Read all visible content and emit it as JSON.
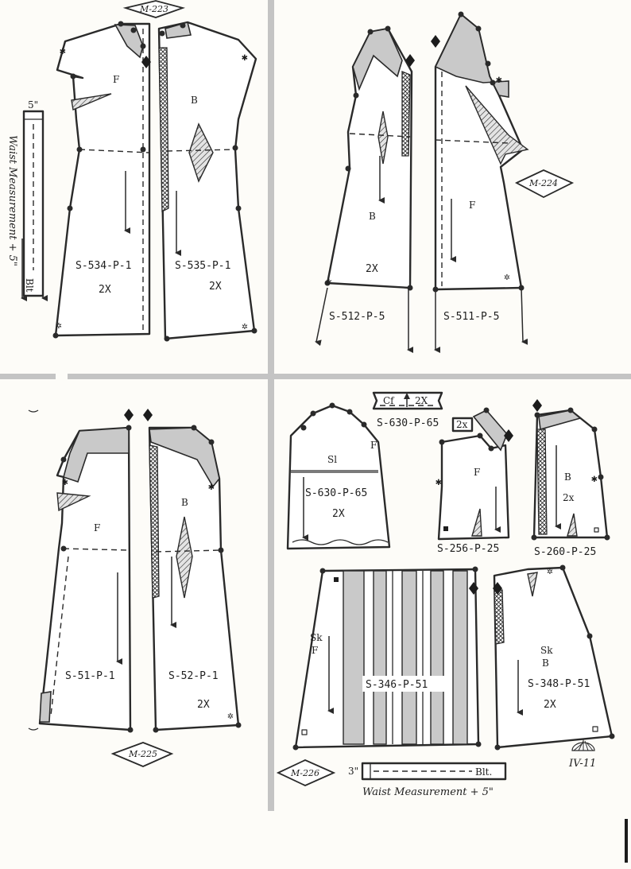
{
  "colors": {
    "paper": "#fdfcf8",
    "ink": "#2a2a2a",
    "shade": "#c9c9c9",
    "gutter": "#c4c4c4"
  },
  "q1": {
    "badge": "M-223",
    "front_letter": "F",
    "back_letter": "B",
    "front_code": "S-534-P-1",
    "back_code": "S-535-P-1",
    "front_size": "2X",
    "back_size": "2X",
    "belt_width": "5\"",
    "belt_text": "Waist Measurement + 5\"",
    "belt_tag": "Blt"
  },
  "q2": {
    "badge": "M-224",
    "back_letter": "B",
    "front_letter": "F",
    "back_size": "2X",
    "back_code": "S-512-P-5",
    "front_code": "S-511-P-5"
  },
  "q3": {
    "badge": "M-225",
    "front_letter": "F",
    "back_letter": "B",
    "front_code": "S-51-P-1",
    "back_code": "S-52-P-1",
    "back_size": "2X"
  },
  "q4": {
    "badge": "M-226",
    "cuff_text": "Cf",
    "cuff_size": "2X",
    "sleeve_code": "S-630-P-65",
    "sleeve_label": "Sl",
    "sleeve_letter": "F",
    "sleeve_code2": "S-630-P-65",
    "sleeve_size": "2X",
    "bodice_front_collar_size": "2x",
    "bodice_front_letter": "F",
    "bodice_front_code": "S-256-P-25",
    "bodice_back_letter": "B",
    "bodice_back_size": "2x",
    "bodice_back_code": "S-260-P-25",
    "skirt_front_label": "Sk",
    "skirt_front_letter": "F",
    "skirt_front_code": "S-346-P-51",
    "skirt_back_label": "Sk",
    "skirt_back_letter": "B",
    "skirt_back_code": "S-348-P-51",
    "skirt_back_size": "2X",
    "belt_width": "3\"",
    "belt_tag": "Blt.",
    "belt_text": "Waist Measurement + 5\"",
    "footer_mark": "IV-11"
  }
}
